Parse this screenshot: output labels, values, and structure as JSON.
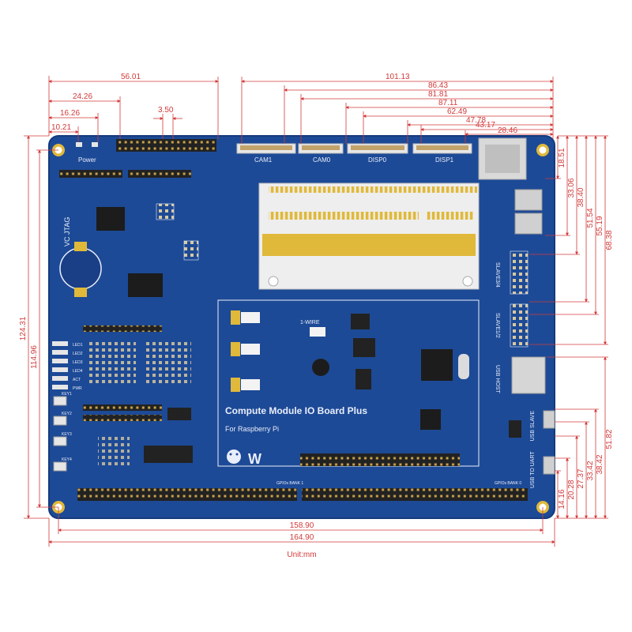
{
  "board": {
    "title": "Compute Module IO Board Plus",
    "subtitle": "For Raspberry Pi",
    "brand_symbol": "W",
    "power_label": "Power",
    "connectors": {
      "cam1": "CAM1",
      "cam0": "CAM0",
      "disp0": "DISP0",
      "disp1": "DISP1"
    },
    "side_labels": {
      "slave4": "SLAVE3/4",
      "slave12": "SLAVE1/2",
      "usb_host": "USB HOST",
      "usb_uart": "USB TO UART",
      "usb_slave": "USB SLAVE"
    },
    "vc_jtag": "VC JTAG",
    "one_wire": "1-WIRE",
    "gpio_bank0": "GPIOs BANK 0",
    "gpio_bank1": "GPIOs BANK 1",
    "key_labels": [
      "KEY1",
      "KEY2",
      "KEY3",
      "KEY4"
    ],
    "led_labels": [
      "LED1",
      "LED2",
      "LED3",
      "LED4",
      "ACT",
      "PWR"
    ],
    "colors": {
      "pcb": "#1d4a96",
      "pcb_dark": "#16397a",
      "gold": "#e0b93a",
      "header": "#222222",
      "silk": "#e9eefb",
      "dimension": "#d23a3a"
    }
  },
  "dimensions": {
    "top": [
      "56.01",
      "24.26",
      "16.26",
      "10.21",
      "3.50",
      "101.13",
      "86.43",
      "81.81",
      "87.11",
      "62.49",
      "47.78",
      "43.17",
      "28.46"
    ],
    "right": [
      "18.51",
      "33.06",
      "38.40",
      "51.54",
      "55.19",
      "68.38"
    ],
    "right_bottom": [
      "14.16",
      "20.28",
      "27.37",
      "33.42",
      "38.42",
      "51.82"
    ],
    "left": [
      "124.31",
      "114.96"
    ],
    "bottom": [
      "158.90",
      "164.90"
    ]
  },
  "unit_label": "Unit:mm"
}
